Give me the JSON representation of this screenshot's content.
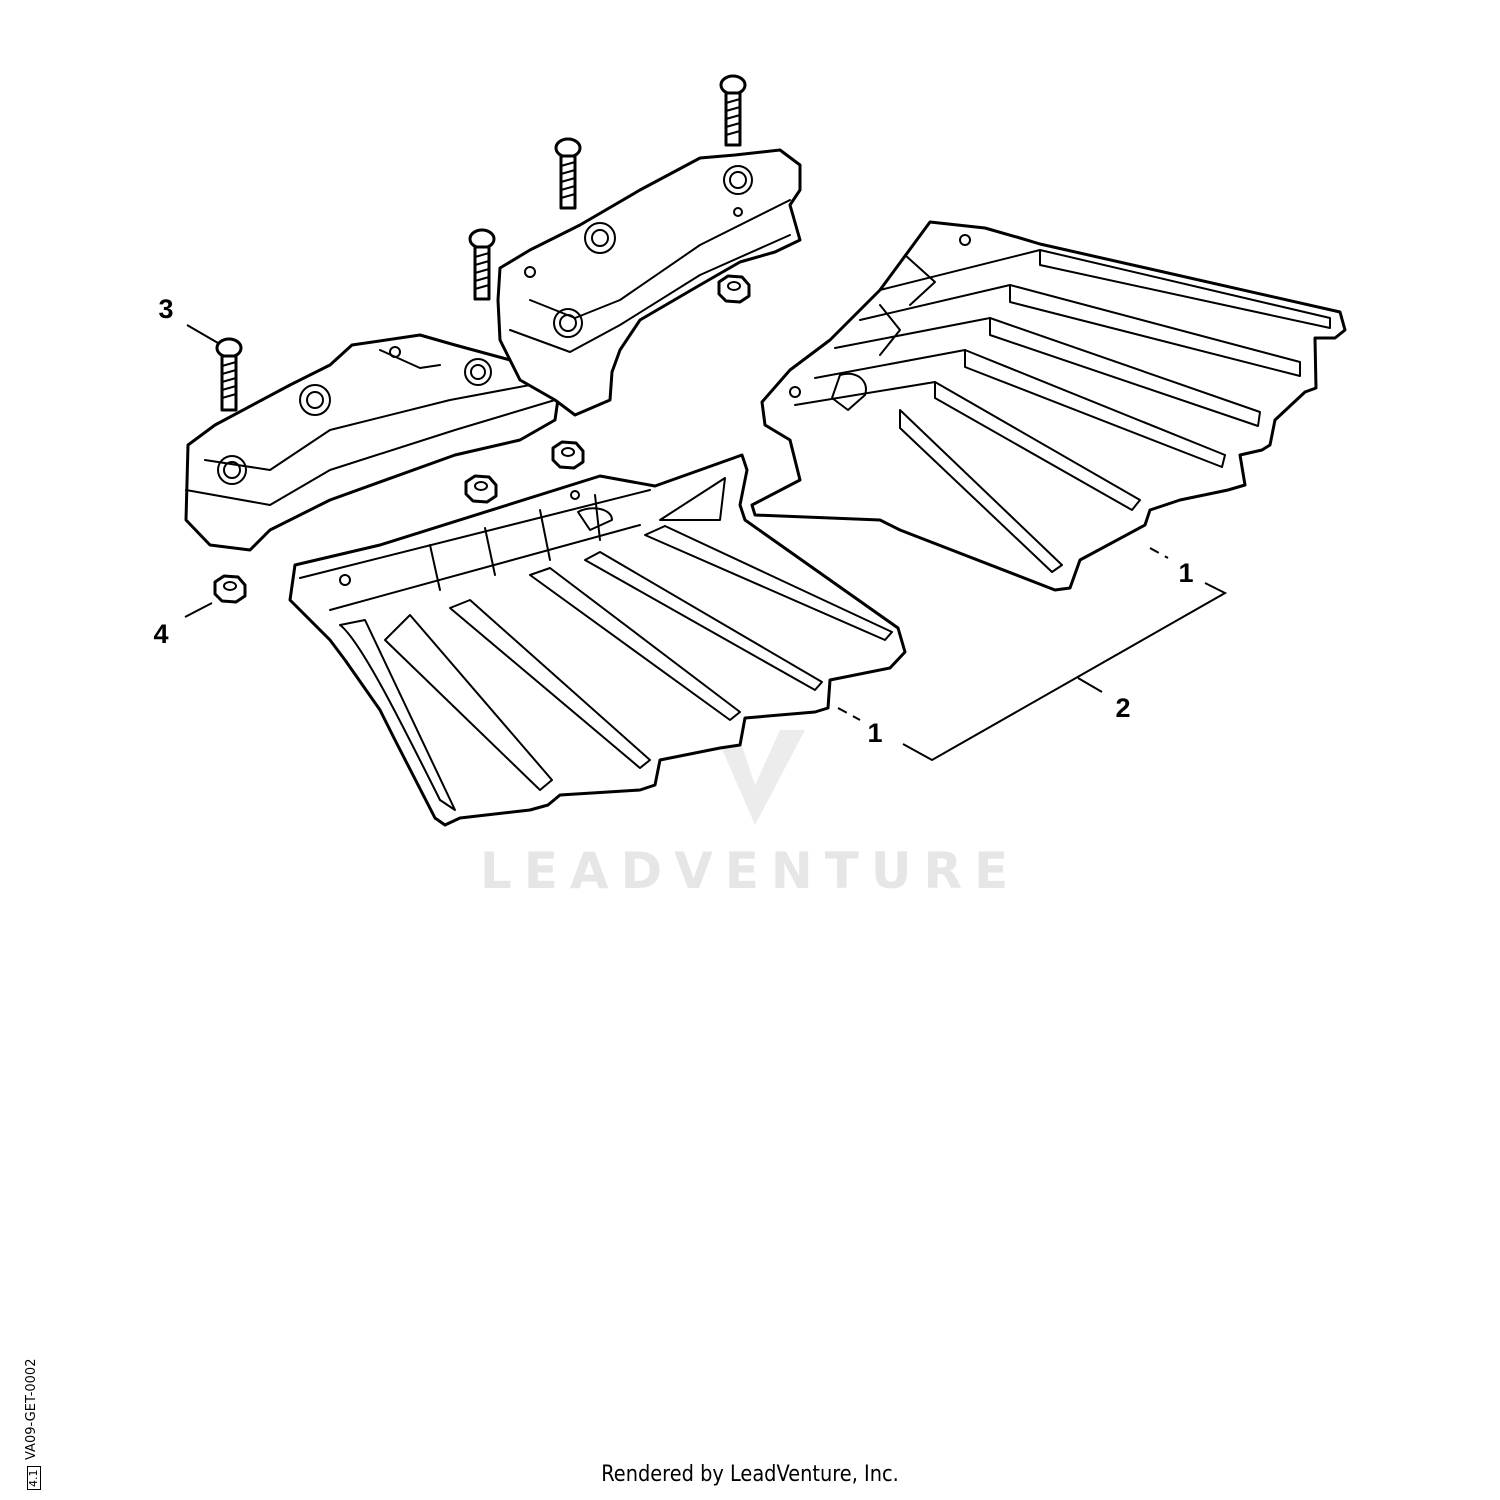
{
  "diagram": {
    "callouts": [
      {
        "id": "callout-1-upper",
        "label": "1"
      },
      {
        "id": "callout-1-lower",
        "label": "1"
      },
      {
        "id": "callout-2",
        "label": "2"
      },
      {
        "id": "callout-3",
        "label": "3"
      },
      {
        "id": "callout-4",
        "label": "4"
      }
    ],
    "watermark": "LEADVENTURE"
  },
  "footer": {
    "rendered_by": "Rendered by LeadVenture, Inc."
  },
  "drawing": {
    "id": "VA09-GET-0002",
    "revision": "4.1"
  },
  "colors": {
    "line": "#000000",
    "background": "#ffffff",
    "watermark": "#e6e6e6"
  }
}
